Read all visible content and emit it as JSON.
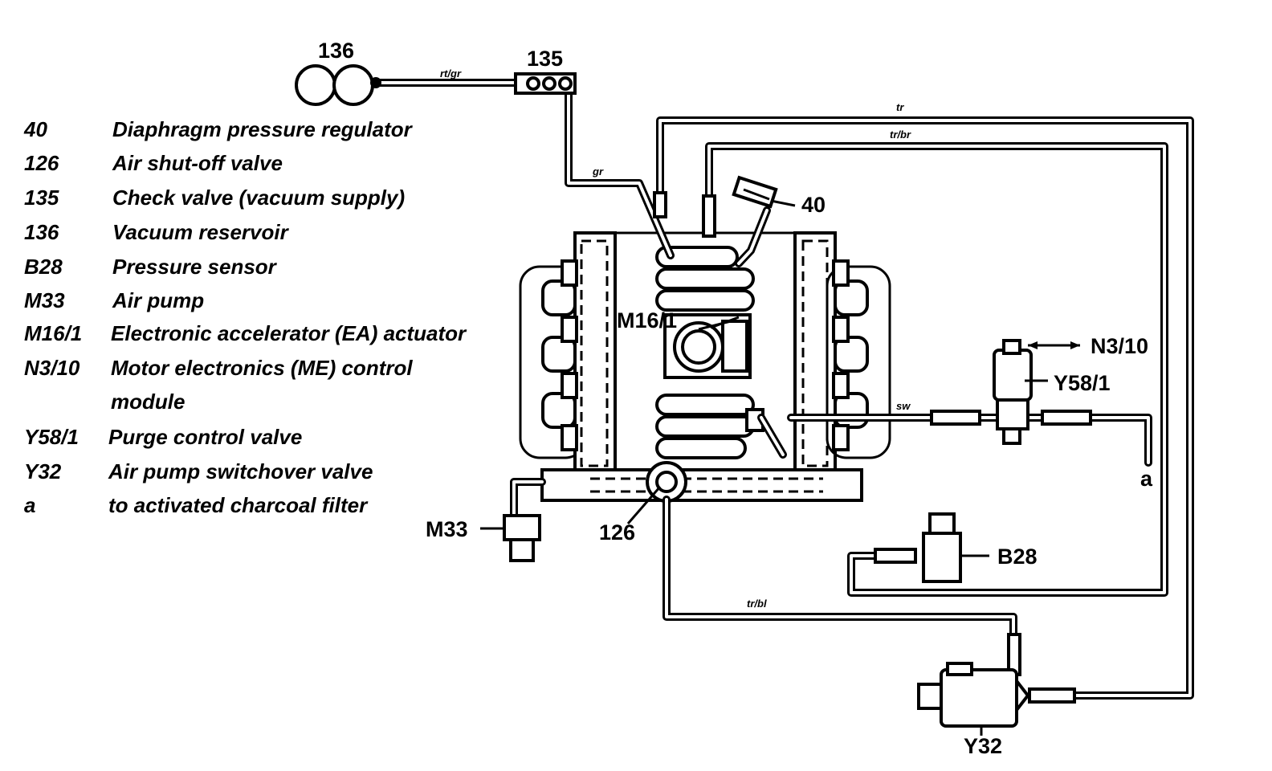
{
  "legend": [
    {
      "code": "40",
      "desc": "Diaphragm pressure regulator"
    },
    {
      "code": "126",
      "desc": "Air shut-off valve"
    },
    {
      "code": "135",
      "desc": "Check valve (vacuum supply)"
    },
    {
      "code": "136",
      "desc": "Vacuum reservoir"
    },
    {
      "code": "B28",
      "desc": "Pressure sensor"
    },
    {
      "code": "M33",
      "desc": "Air pump"
    },
    {
      "code": "M16/1",
      "desc": "Electronic accelerator (EA) actuator"
    },
    {
      "code": "N3/10",
      "desc": "Motor electronics (ME) control"
    },
    {
      "code": "",
      "desc": "module"
    },
    {
      "code": "Y58/1",
      "desc": "Purge control valve"
    },
    {
      "code": "Y32",
      "desc": "Air pump switchover valve"
    },
    {
      "code": "a",
      "desc": "to activated charcoal filter"
    }
  ],
  "callouts": {
    "c136": "136",
    "c135": "135",
    "c40": "40",
    "c_m16": "M16/1",
    "c_n3": "N3/10",
    "c_y58": "Y58/1",
    "c_a": "a",
    "c_m33": "M33",
    "c126": "126",
    "c_b28": "B28",
    "c_y32": "Y32"
  },
  "wire_labels": {
    "w_rtgr": "rt/gr",
    "w_gr": "gr",
    "w_tr": "tr",
    "w_trbr": "tr/br",
    "w_sw": "sw",
    "w_trbl": "tr/bl"
  }
}
